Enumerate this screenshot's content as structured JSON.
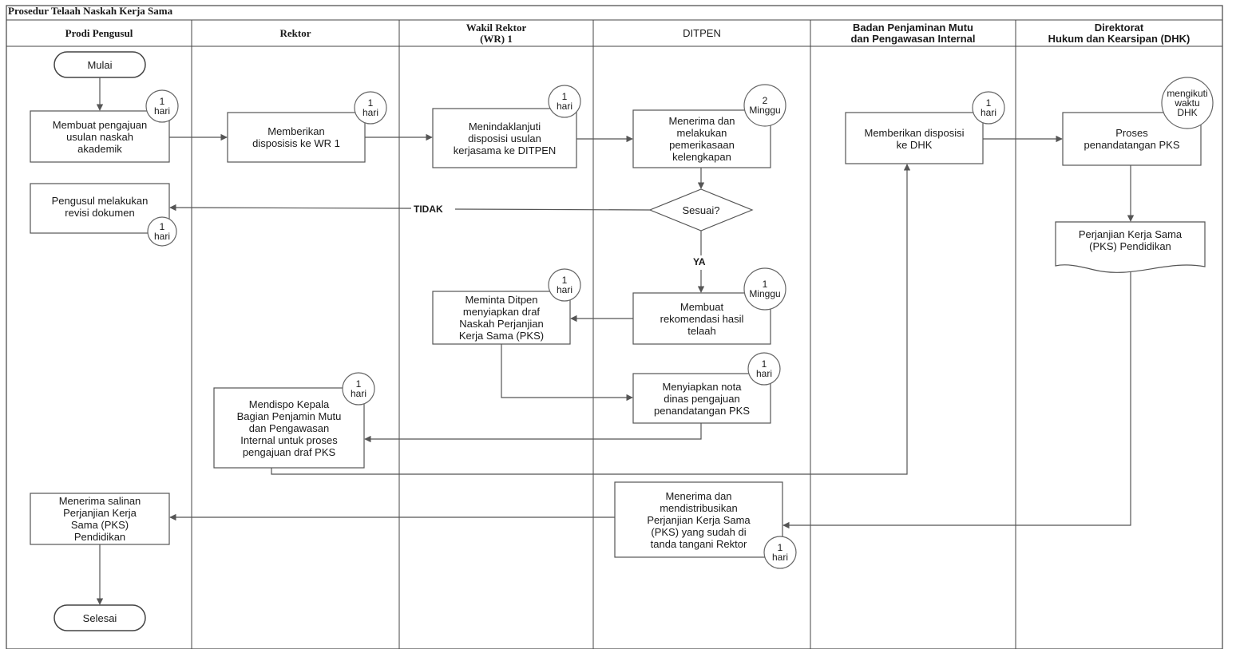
{
  "title": "Prosedur Telaah Naskah Kerja Sama",
  "lanes": [
    {
      "label": "Prodi Pengusul"
    },
    {
      "label": "Rektor"
    },
    {
      "label": "Wakil Rektor\n(WR) 1"
    },
    {
      "label": "DITPEN"
    },
    {
      "label": "Badan Penjaminan Mutu\ndan Pengawasan Internal"
    },
    {
      "label": "Direktorat\nHukum dan Kearsipan (DHK)"
    }
  ],
  "nodes": {
    "start": "Mulai",
    "end": "Selesai",
    "prodi_submit": "Membuat pengajuan\nusulan naskah\nakademik",
    "prodi_revise": "Pengusul melakukan\nrevisi dokumen",
    "prodi_receive": "Menerima salinan\nPerjanjian Kerja\nSama (PKS)\nPendidikan",
    "rektor_dispose": "Memberikan\ndisposisis ke WR 1",
    "rektor_mendispo": "Mendispo Kepala\nBagian Penjamin Mutu\ndan Pengawasan\nInternal untuk proses\npengajuan draf PKS",
    "wr_forward": "Menindaklanjuti\ndisposisi usulan\nkerjasama ke DITPEN",
    "wr_request": "Meminta Ditpen\nmenyiapkan draf\nNaskah Perjanjian\nKerja Sama (PKS)",
    "ditpen_check": "Menerima dan\nmelakukan\npemerikasaan\nkelengkapan",
    "ditpen_decision": "Sesuai?",
    "ditpen_recommend": "Membuat\nrekomendasi hasil\ntelaah",
    "ditpen_memo": "Menyiapkan nota\ndinas pengajuan\npenandatangan PKS",
    "ditpen_distribute": "Menerima dan\nmendistribusikan\nPerjanjian Kerja Sama\n(PKS) yang sudah di\ntanda tangani Rektor",
    "bpm_dispose": "Memberikan disposisi\nke DHK",
    "dhk_sign": "Proses\npenandatangan PKS",
    "dhk_doc": "Perjanjian Kerja Sama\n(PKS) Pendidikan"
  },
  "durations": {
    "prodi_submit": "1\nhari",
    "prodi_revise": "1\nhari",
    "rektor_dispose": "1\nhari",
    "rektor_mendispo": "1\nhari",
    "wr_forward": "1\nhari",
    "wr_request": "1\nhari",
    "ditpen_check": "2\nMinggu",
    "ditpen_recommend": "1\nMinggu",
    "ditpen_memo": "1\nhari",
    "ditpen_distribute": "1\nhari",
    "bpm_dispose": "1\nhari",
    "dhk_sign": "mengikuti\nwaktu\nDHK"
  },
  "edge_labels": {
    "no": "TIDAK",
    "yes": "YA"
  }
}
